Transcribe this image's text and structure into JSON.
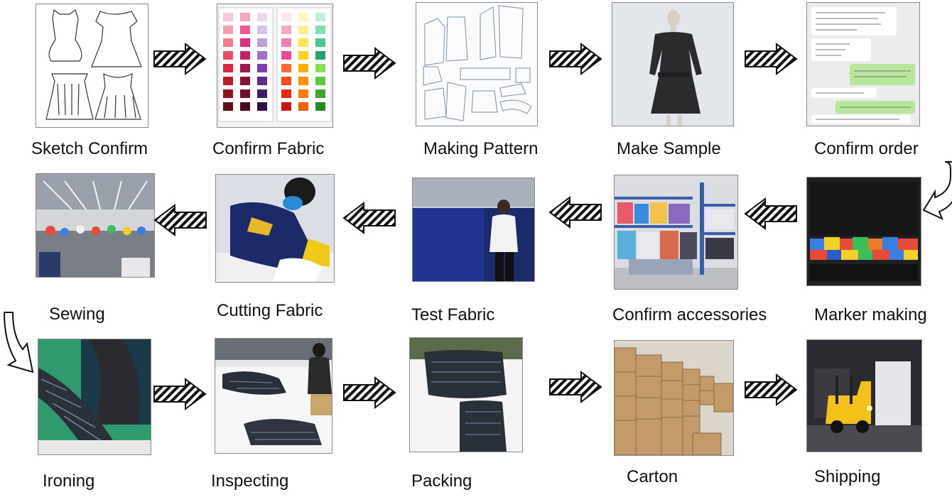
{
  "steps": [
    {
      "label": "Sketch Confirm"
    },
    {
      "label": "Confirm Fabric"
    },
    {
      "label": "Making Pattern"
    },
    {
      "label": "Make Sample"
    },
    {
      "label": "Confirm order"
    },
    {
      "label": "Marker making"
    },
    {
      "label": "Confirm accessories"
    },
    {
      "label": "Test Fabric"
    },
    {
      "label": "Cutting Fabric"
    },
    {
      "label": "Sewing"
    },
    {
      "label": "Ironing"
    },
    {
      "label": "Inspecting"
    },
    {
      "label": "Packing"
    },
    {
      "label": "Carton"
    },
    {
      "label": "Shipping"
    }
  ],
  "colors": {
    "arrow_stroke": "#111111",
    "arrow_fill": "#ffffff",
    "label_text": "#111111"
  }
}
